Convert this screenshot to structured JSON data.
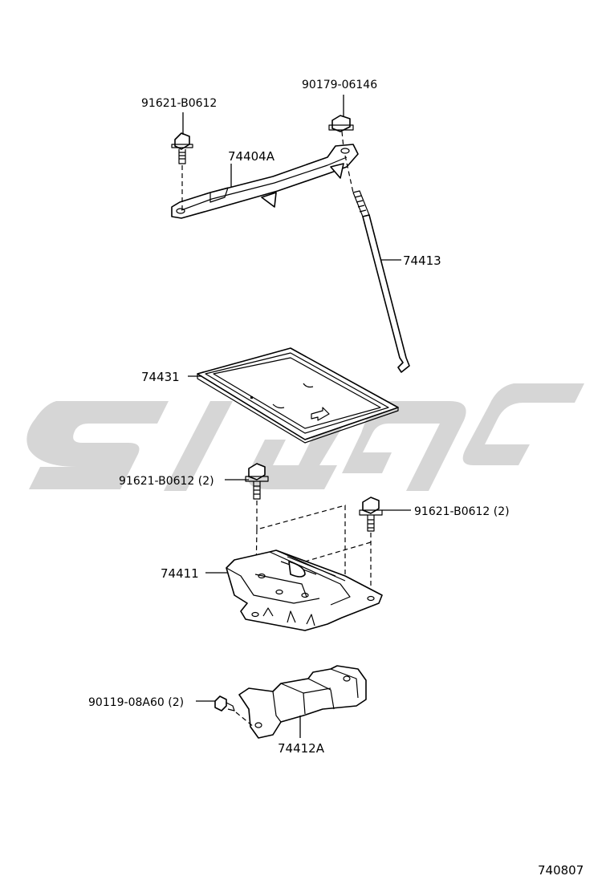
{
  "diagram": {
    "figure_number": "740807",
    "parts": [
      {
        "id": "bolt_top",
        "label": "91621-B0612"
      },
      {
        "id": "nut_top",
        "label": "90179-06146"
      },
      {
        "id": "clamp",
        "label": "74404A"
      },
      {
        "id": "rod",
        "label": "74413"
      },
      {
        "id": "tray",
        "label": "74431"
      },
      {
        "id": "bolt_mid_left",
        "label": "91621-B0612 (2)"
      },
      {
        "id": "bolt_mid_right",
        "label": "91621-B0612 (2)"
      },
      {
        "id": "carrier",
        "label": "74411"
      },
      {
        "id": "bolt_low",
        "label": "90119-08A60 (2)"
      },
      {
        "id": "bracket",
        "label": "74412A"
      }
    ],
    "colors": {
      "line": "#000000",
      "watermark": "#d6d6d6",
      "background": "#ffffff"
    }
  }
}
